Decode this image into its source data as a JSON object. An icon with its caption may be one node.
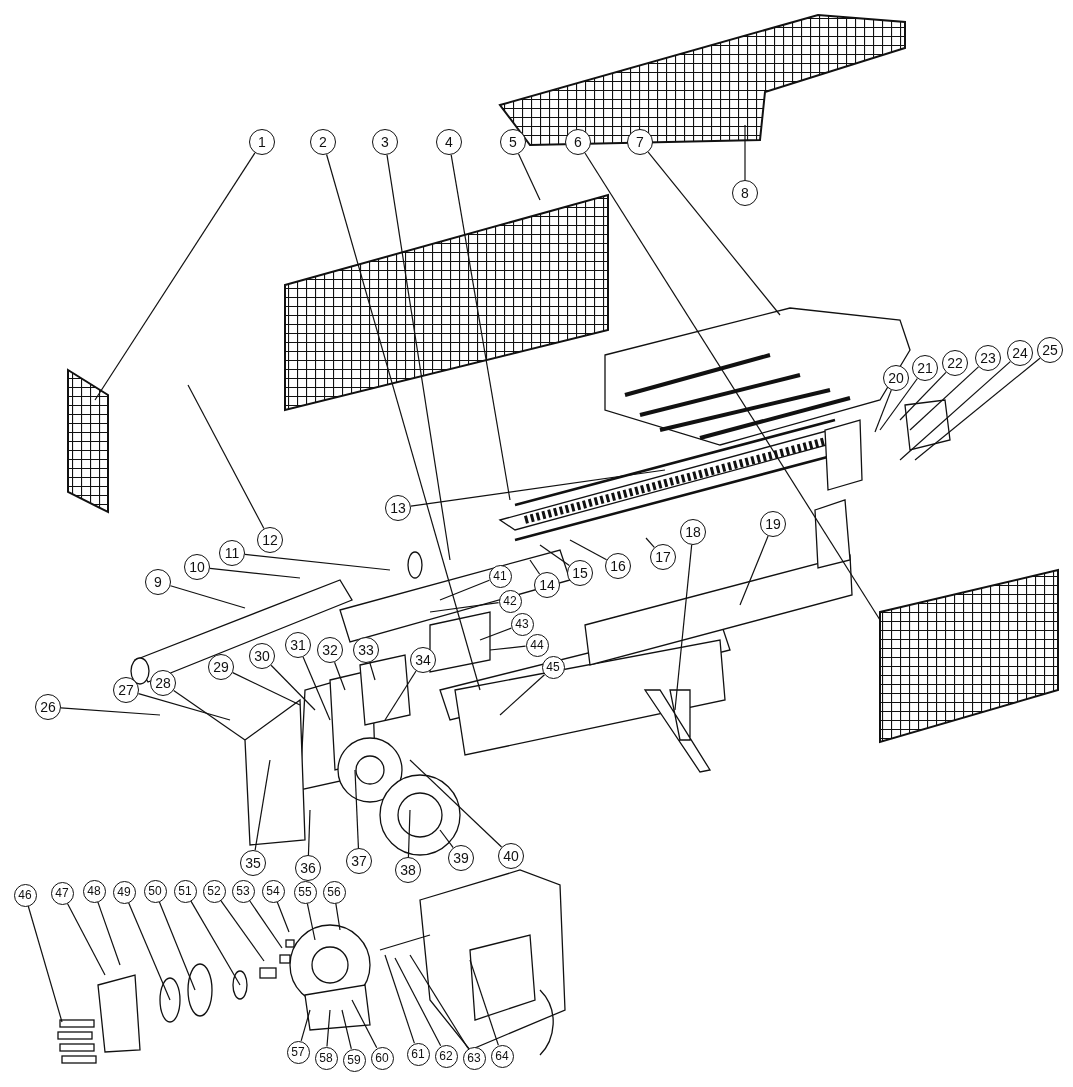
{
  "diagram": {
    "nodes": [
      {
        "text": [
          "1"
        ]
      },
      {
        "text": [
          "2"
        ]
      },
      {
        "text": [
          "3"
        ]
      },
      {
        "text": [
          "4"
        ]
      },
      {
        "text": [
          "5"
        ]
      },
      {
        "text": [
          "6"
        ]
      },
      {
        "text": [
          "7"
        ]
      },
      {
        "text": [
          "8"
        ]
      },
      {
        "text": [
          "9"
        ]
      },
      {
        "text": [
          "10"
        ]
      },
      {
        "text": [
          "11"
        ]
      },
      {
        "text": [
          "12"
        ]
      },
      {
        "text": [
          "13"
        ]
      },
      {
        "text": [
          "14"
        ]
      },
      {
        "text": [
          "15"
        ]
      },
      {
        "text": [
          "16"
        ]
      },
      {
        "text": [
          "17"
        ]
      },
      {
        "text": [
          "18"
        ]
      },
      {
        "text": [
          "19"
        ]
      },
      {
        "text": [
          "20"
        ]
      },
      {
        "text": [
          "21"
        ]
      },
      {
        "text": [
          "22"
        ]
      },
      {
        "text": [
          "23"
        ]
      },
      {
        "text": [
          "24"
        ]
      },
      {
        "text": [
          "25"
        ]
      },
      {
        "text": [
          "26"
        ]
      },
      {
        "text": [
          "27"
        ]
      },
      {
        "text": [
          "28"
        ]
      },
      {
        "text": [
          "29"
        ]
      },
      {
        "text": [
          "30"
        ]
      },
      {
        "text": [
          "31"
        ]
      },
      {
        "text": [
          "32"
        ]
      },
      {
        "text": [
          "33"
        ]
      },
      {
        "text": [
          "34"
        ]
      },
      {
        "text": [
          "35"
        ]
      },
      {
        "text": [
          "36"
        ]
      },
      {
        "text": [
          "37"
        ]
      },
      {
        "text": [
          "38"
        ]
      },
      {
        "text": [
          "39"
        ]
      },
      {
        "text": [
          "40"
        ]
      },
      {
        "text": [
          "41"
        ]
      },
      {
        "text": [
          "42"
        ]
      },
      {
        "text": [
          "43"
        ]
      },
      {
        "text": [
          "44"
        ]
      },
      {
        "text": [
          "45"
        ]
      },
      {
        "text": [
          "46"
        ]
      },
      {
        "text": [
          "47"
        ]
      },
      {
        "text": [
          "48"
        ]
      },
      {
        "text": [
          "49"
        ]
      },
      {
        "text": [
          "50"
        ]
      },
      {
        "text": [
          "51"
        ]
      },
      {
        "text": [
          "52"
        ]
      },
      {
        "text": [
          "53"
        ]
      },
      {
        "text": [
          "54"
        ]
      },
      {
        "text": [
          "55"
        ]
      },
      {
        "text": [
          "56"
        ]
      },
      {
        "text": [
          "57"
        ]
      },
      {
        "text": [
          "58"
        ]
      },
      {
        "text": [
          "59"
        ]
      },
      {
        "text": [
          "60"
        ]
      },
      {
        "text": [
          "61"
        ]
      },
      {
        "text": [
          "62"
        ]
      },
      {
        "text": [
          "63"
        ]
      },
      {
        "text": [
          "64"
        ]
      }
    ],
    "edges": [
      {
        "from": 0,
        "to": null,
        "arrow": "none"
      },
      {
        "from": 1,
        "to": null,
        "arrow": "none"
      },
      {
        "from": 2,
        "to": null,
        "arrow": "none"
      },
      {
        "from": 3,
        "to": null,
        "arrow": "none"
      },
      {
        "from": 4,
        "to": null,
        "arrow": "none"
      },
      {
        "from": 5,
        "to": null,
        "arrow": "none"
      },
      {
        "from": 6,
        "to": null,
        "arrow": "none"
      },
      {
        "from": 7,
        "to": null,
        "arrow": "none"
      },
      {
        "from": 8,
        "to": null,
        "arrow": "none"
      },
      {
        "from": 9,
        "to": null,
        "arrow": "none"
      },
      {
        "from": 10,
        "to": null,
        "arrow": "none"
      },
      {
        "from": 11,
        "to": null,
        "arrow": "none"
      },
      {
        "from": 12,
        "to": null,
        "arrow": "none"
      },
      {
        "from": 13,
        "to": null,
        "arrow": "none"
      },
      {
        "from": 14,
        "to": null,
        "arrow": "none"
      },
      {
        "from": 15,
        "to": null,
        "arrow": "none"
      },
      {
        "from": 16,
        "to": null,
        "arrow": "none"
      },
      {
        "from": 17,
        "to": null,
        "arrow": "none"
      },
      {
        "from": 18,
        "to": null,
        "arrow": "none"
      },
      {
        "from": 19,
        "to": null,
        "arrow": "none"
      },
      {
        "from": 20,
        "to": null,
        "arrow": "none"
      },
      {
        "from": 21,
        "to": null,
        "arrow": "none"
      },
      {
        "from": 22,
        "to": null,
        "arrow": "none"
      },
      {
        "from": 23,
        "to": null,
        "arrow": "none"
      },
      {
        "from": 24,
        "to": null,
        "arrow": "none"
      },
      {
        "from": 25,
        "to": null,
        "arrow": "none"
      },
      {
        "from": 26,
        "to": null,
        "arrow": "none"
      },
      {
        "from": 27,
        "to": null,
        "arrow": "none"
      },
      {
        "from": 28,
        "to": null,
        "arrow": "none"
      },
      {
        "from": 29,
        "to": null,
        "arrow": "none"
      },
      {
        "from": 30,
        "to": null,
        "arrow": "none"
      },
      {
        "from": 31,
        "to": null,
        "arrow": "none"
      },
      {
        "from": 32,
        "to": null,
        "arrow": "none"
      },
      {
        "from": 33,
        "to": null,
        "arrow": "none"
      },
      {
        "from": 34,
        "to": null,
        "arrow": "none"
      },
      {
        "from": 35,
        "to": null,
        "arrow": "none"
      },
      {
        "from": 36,
        "to": null,
        "arrow": "none"
      },
      {
        "from": 37,
        "to": null,
        "arrow": "none"
      },
      {
        "from": 38,
        "to": null,
        "arrow": "none"
      },
      {
        "from": 39,
        "to": null,
        "arrow": "none"
      },
      {
        "from": 40,
        "to": null,
        "arrow": "none"
      },
      {
        "from": 41,
        "to": null,
        "arrow": "none"
      },
      {
        "from": 42,
        "to": null,
        "arrow": "none"
      },
      {
        "from": 43,
        "to": null,
        "arrow": "none"
      },
      {
        "from": 44,
        "to": null,
        "arrow": "none"
      },
      {
        "from": 45,
        "to": null,
        "arrow": "none"
      },
      {
        "from": 46,
        "to": null,
        "arrow": "none"
      },
      {
        "from": 47,
        "to": null,
        "arrow": "none"
      },
      {
        "from": 48,
        "to": null,
        "arrow": "none"
      },
      {
        "from": 49,
        "to": null,
        "arrow": "none"
      },
      {
        "from": 50,
        "to": null,
        "arrow": "none"
      },
      {
        "from": 51,
        "to": null,
        "arrow": "none"
      },
      {
        "from": 52,
        "to": null,
        "arrow": "none"
      },
      {
        "from": 53,
        "to": null,
        "arrow": "none"
      },
      {
        "from": 54,
        "to": null,
        "arrow": "none"
      },
      {
        "from": 55,
        "to": null,
        "arrow": "none"
      },
      {
        "from": 56,
        "to": null,
        "arrow": "none"
      },
      {
        "from": 57,
        "to": null,
        "arrow": "none"
      },
      {
        "from": 58,
        "to": null,
        "arrow": "none"
      },
      {
        "from": 59,
        "to": null,
        "arrow": "none"
      },
      {
        "from": 60,
        "to": null,
        "arrow": "none"
      },
      {
        "from": 61,
        "to": null,
        "arrow": "none"
      },
      {
        "from": 62,
        "to": null,
        "arrow": "none"
      },
      {
        "from": 63,
        "to": null,
        "arrow": "none"
      }
    ]
  }
}
